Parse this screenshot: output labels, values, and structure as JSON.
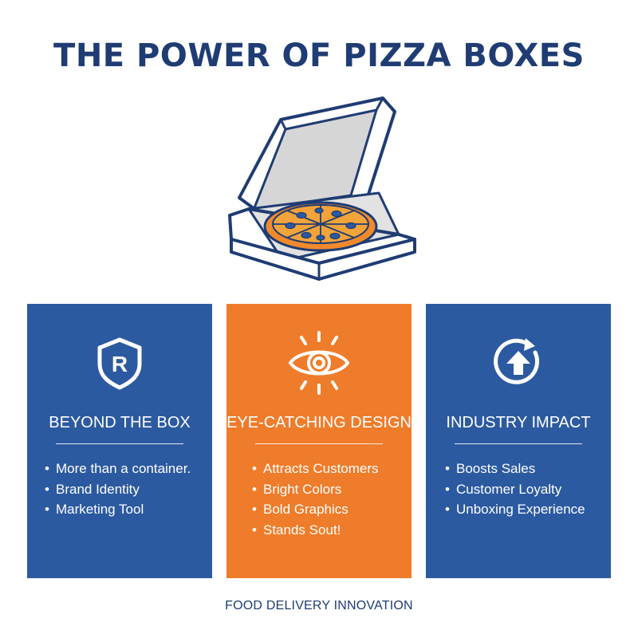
{
  "title": "THE POWER OF PIZZA BOXES",
  "colors": {
    "navy": "#1f3c73",
    "blue": "#2c5aa0",
    "orange": "#ef7c2a",
    "pizza_crust": "#f08a2c",
    "pizza_cheese": "#f2a33a"
  },
  "illustration": {
    "icon": "open-pizza-box-icon"
  },
  "panels": [
    {
      "icon": "registered-shield-icon",
      "icon_glyph": "R",
      "heading": "BEYOND THE BOX",
      "items": [
        "More than a container.",
        "Brand Identity",
        "Marketing Tool"
      ]
    },
    {
      "icon": "eye-icon",
      "heading": "EYE-CATCHING DESIGN",
      "items": [
        "Attracts Customers",
        "Bright Colors",
        "Bold Graphics",
        "Stands Sout!"
      ]
    },
    {
      "icon": "circular-arrow-up-icon",
      "heading": "INDUSTRY IMPACT",
      "items": [
        "Boosts Sales",
        "Customer Loyalty",
        "Unboxing Experience"
      ]
    }
  ],
  "bullet": "•",
  "footer": "FOOD DELIVERY INNOVATION"
}
